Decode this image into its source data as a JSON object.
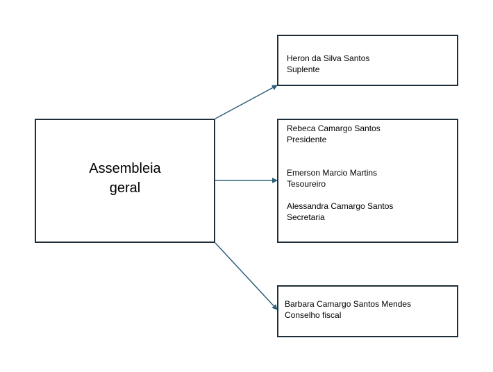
{
  "diagram": {
    "root": {
      "label": "Assembleia geral"
    },
    "nodes": [
      {
        "name": "Heron da Silva Santos",
        "role": "Suplente"
      },
      {
        "name": "Rebeca Camargo Santos",
        "role": "Presidente"
      },
      {
        "name": "Emerson  Marcio Martins",
        "role": "Tesoureiro"
      },
      {
        "name": "Alessandra Camargo Santos",
        "role": "Secretaria"
      },
      {
        "name": "Barbara Camargo Santos Mendes",
        "role": "Conselho fiscal"
      }
    ]
  },
  "colors": {
    "box_border": "#1f2f3a",
    "connector": "#2f5f78",
    "background": "#ffffff",
    "text": "#000000"
  }
}
